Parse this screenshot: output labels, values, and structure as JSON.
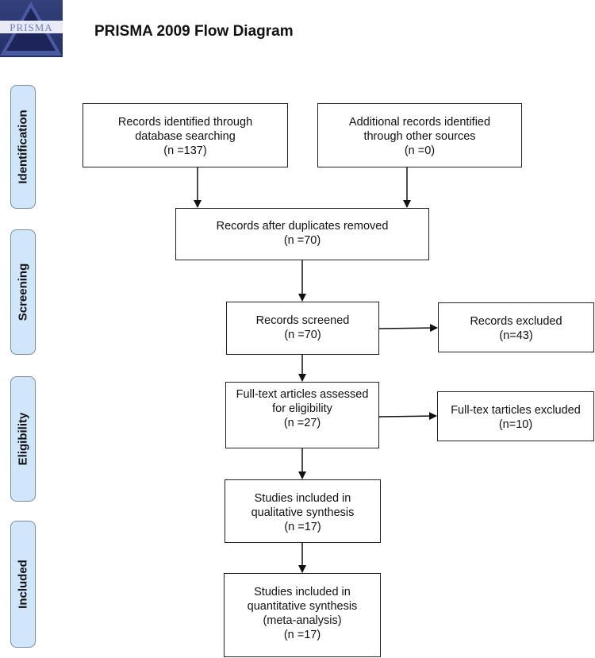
{
  "header": {
    "logo_text": "PRISMA",
    "title": "PRISMA 2009 Flow Diagram"
  },
  "stages": {
    "identification": "Identification",
    "screening": "Screening",
    "eligibility": "Eligibility",
    "included": "Included"
  },
  "boxes": {
    "database_search": "Records identified through\ndatabase searching\n(n =137)",
    "other_sources": "Additional records identified\nthrough other sources\n(n =0)",
    "duplicates_removed": "Records after duplicates removed\n(n =70)",
    "screened": "Records screened\n(n =70)",
    "excluded": "Records excluded\n(n=43)",
    "fulltext_assessed": "Full-text articles assessed\nfor eligibility\n(n =27)",
    "fulltext_excluded": "Full-tex tarticles excluded\n(n=10)",
    "qualitative": "Studies included in\nqualitative synthesis\n(n =17)",
    "quantitative": "Studies included in\nquantitative synthesis\n(meta-analysis)\n(n =17)"
  }
}
